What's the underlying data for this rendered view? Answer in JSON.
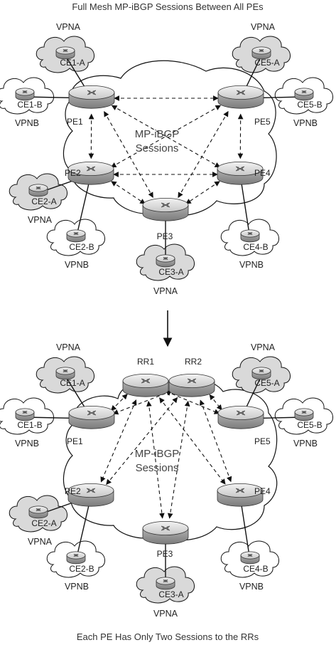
{
  "top_caption": "Full Mesh MP-iBGP Sessions Between All PEs",
  "bottom_caption": "Each PE Has Only Two Sessions to the RRs",
  "cloud_label_line1": "MP-iBGP",
  "cloud_label_line2": "Sessions",
  "colors": {
    "cloud_fill": "#ffffff",
    "vpna_cloud": "#d9d9d9",
    "vpnb_cloud": "#ffffff",
    "router_top": "#e6e6e6",
    "router_side": "#9a9a9a",
    "line": "#111111"
  },
  "icons": {
    "router": "router-icon",
    "cloud": "cloud-icon",
    "arrow": "down-arrow-icon"
  },
  "diagrams": [
    {
      "id": "full-mesh",
      "pe_routers": [
        {
          "id": "PE1",
          "label": "PE1"
        },
        {
          "id": "PE2",
          "label": "PE2"
        },
        {
          "id": "PE3",
          "label": "PE3"
        },
        {
          "id": "PE4",
          "label": "PE4"
        },
        {
          "id": "PE5",
          "label": "PE5"
        }
      ],
      "ce_sites": [
        {
          "id": "CE1-A",
          "label": "CE1-A",
          "vpn": "VPNA",
          "pe": "PE1"
        },
        {
          "id": "CE1-B",
          "label": "CE1-B",
          "vpn": "VPNB",
          "pe": "PE1"
        },
        {
          "id": "CE2-A",
          "label": "CE2-A",
          "vpn": "VPNA",
          "pe": "PE2"
        },
        {
          "id": "CE2-B",
          "label": "CE2-B",
          "vpn": "VPNB",
          "pe": "PE2"
        },
        {
          "id": "CE3-A",
          "label": "CE3-A",
          "vpn": "VPNA",
          "pe": "PE3"
        },
        {
          "id": "CE4-B",
          "label": "CE4-B",
          "vpn": "VPNB",
          "pe": "PE4"
        },
        {
          "id": "CE5-A",
          "label": "CE5-A",
          "vpn": "VPNA",
          "pe": "PE5"
        },
        {
          "id": "CE5-B",
          "label": "CE5-B",
          "vpn": "VPNB",
          "pe": "PE5"
        }
      ],
      "sessions": [
        [
          "PE1",
          "PE5"
        ],
        [
          "PE1",
          "PE2"
        ],
        [
          "PE1",
          "PE3"
        ],
        [
          "PE1",
          "PE4"
        ],
        [
          "PE2",
          "PE4"
        ],
        [
          "PE2",
          "PE3"
        ],
        [
          "PE2",
          "PE5"
        ],
        [
          "PE5",
          "PE4"
        ],
        [
          "PE5",
          "PE3"
        ],
        [
          "PE4",
          "PE3"
        ]
      ]
    },
    {
      "id": "route-reflectors",
      "route_reflectors": [
        {
          "id": "RR1",
          "label": "RR1"
        },
        {
          "id": "RR2",
          "label": "RR2"
        }
      ],
      "pe_routers": [
        {
          "id": "PE1",
          "label": "PE1"
        },
        {
          "id": "PE2",
          "label": "PE2"
        },
        {
          "id": "PE3",
          "label": "PE3"
        },
        {
          "id": "PE4",
          "label": "PE4"
        },
        {
          "id": "PE5",
          "label": "PE5"
        }
      ],
      "ce_sites": [
        {
          "id": "CE1-A",
          "label": "CE1-A",
          "vpn": "VPNA",
          "pe": "PE1"
        },
        {
          "id": "CE1-B",
          "label": "CE1-B",
          "vpn": "VPNB",
          "pe": "PE1"
        },
        {
          "id": "CE2-A",
          "label": "CE2-A",
          "vpn": "VPNA",
          "pe": "PE2"
        },
        {
          "id": "CE2-B",
          "label": "CE2-B",
          "vpn": "VPNB",
          "pe": "PE2"
        },
        {
          "id": "CE3-A",
          "label": "CE3-A",
          "vpn": "VPNA",
          "pe": "PE3"
        },
        {
          "id": "CE4-B",
          "label": "CE4-B",
          "vpn": "VPNB",
          "pe": "PE4"
        },
        {
          "id": "CE5-A",
          "label": "CE5-A",
          "vpn": "VPNA",
          "pe": "PE5"
        },
        {
          "id": "CE5-B",
          "label": "CE5-B",
          "vpn": "VPNB",
          "pe": "PE5"
        }
      ],
      "sessions": [
        [
          "RR1",
          "PE1"
        ],
        [
          "RR1",
          "PE2"
        ],
        [
          "RR1",
          "PE3"
        ],
        [
          "RR1",
          "PE4"
        ],
        [
          "RR1",
          "PE5"
        ],
        [
          "RR2",
          "PE1"
        ],
        [
          "RR2",
          "PE2"
        ],
        [
          "RR2",
          "PE3"
        ],
        [
          "RR2",
          "PE4"
        ],
        [
          "RR2",
          "PE5"
        ]
      ]
    }
  ]
}
